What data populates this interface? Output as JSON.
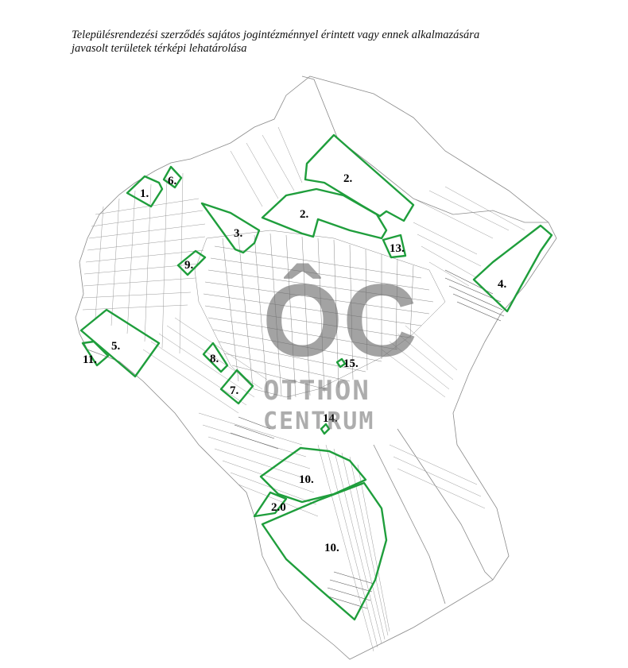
{
  "document": {
    "title_line1": "Településrendezési szerződés sajátos jogintézménnyel érintett vagy ennek alkalmazására",
    "title_line2": "javasolt területek térképi lehatárolása"
  },
  "watermark": {
    "logo_text": "ÔC",
    "line1": "OTTHON",
    "line2": "CENTRUM",
    "color": "#6b6b6b"
  },
  "colors": {
    "zone_outline": "#1f9e3c",
    "parcel_lines": "#9a9a9a"
  },
  "zones": [
    {
      "id": "z1",
      "label": "1."
    },
    {
      "id": "z2a",
      "label": "2."
    },
    {
      "id": "z2b",
      "label": "2."
    },
    {
      "id": "z3",
      "label": "3."
    },
    {
      "id": "z4",
      "label": "4."
    },
    {
      "id": "z5",
      "label": "5."
    },
    {
      "id": "z6",
      "label": "6."
    },
    {
      "id": "z7",
      "label": "7."
    },
    {
      "id": "z8",
      "label": "8."
    },
    {
      "id": "z9",
      "label": "9."
    },
    {
      "id": "z10a",
      "label": "10."
    },
    {
      "id": "z10b",
      "label": "10."
    },
    {
      "id": "z11",
      "label": "11."
    },
    {
      "id": "z13",
      "label": "13."
    },
    {
      "id": "z14",
      "label": "14."
    },
    {
      "id": "z15",
      "label": "15."
    },
    {
      "id": "z20",
      "label": "2.0"
    }
  ]
}
